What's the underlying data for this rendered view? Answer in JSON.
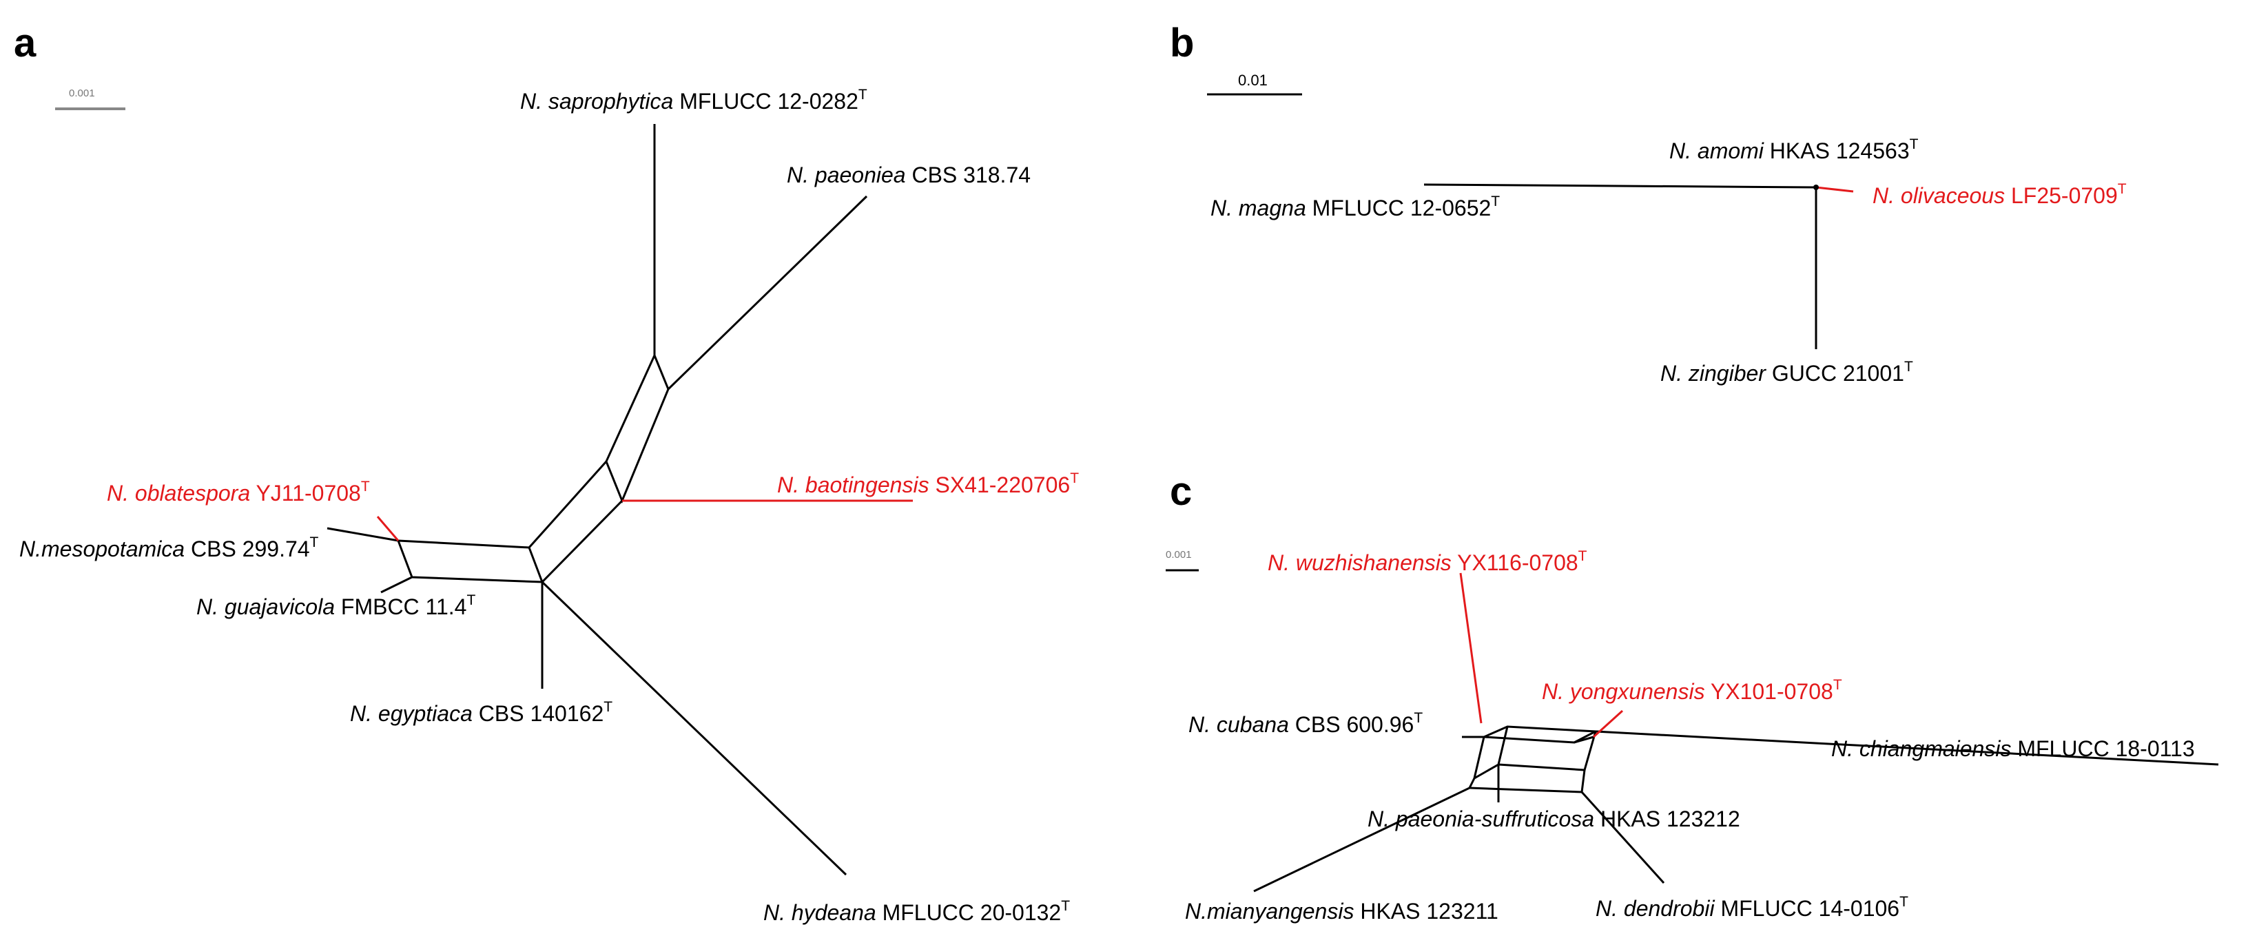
{
  "colors": {
    "default": "#000000",
    "new_species": "#e31a1c",
    "scale_bar_a": "#888888"
  },
  "panels": [
    {
      "letter": "a",
      "scale_label": "0.001"
    },
    {
      "letter": "b",
      "scale_label": "0.01"
    },
    {
      "letter": "c",
      "scale_label": "0.001"
    }
  ],
  "taxa": [
    {
      "id": "saprophytica",
      "name": "N. saprophytica",
      "strain": "MFLUCC 12-0282",
      "sup": "T",
      "new": false
    },
    {
      "id": "paeoniea",
      "name": "N. paeoniea",
      "strain": "CBS 318.74",
      "sup": "",
      "new": false
    },
    {
      "id": "baotingensis",
      "name": "N. baotingensis",
      "strain": "SX41-220706",
      "sup": "T",
      "new": true
    },
    {
      "id": "oblatespora",
      "name": "N. oblatespora",
      "strain": "YJ11-0708",
      "sup": "T",
      "new": true
    },
    {
      "id": "mesopotamica",
      "name": "N.mesopotamica",
      "strain": "CBS 299.74",
      "sup": "T",
      "new": false
    },
    {
      "id": "guajavicola",
      "name": "N. guajavicola",
      "strain": "FMBCC 11.4",
      "sup": "T",
      "new": false
    },
    {
      "id": "egyptiaca",
      "name": "N. egyptiaca",
      "strain": "CBS 140162",
      "sup": "T",
      "new": false
    },
    {
      "id": "hydeana",
      "name": "N. hydeana",
      "strain": "MFLUCC 20-0132",
      "sup": "T",
      "new": false
    },
    {
      "id": "amomi",
      "name": "N. amomi",
      "strain": "HKAS 124563",
      "sup": "T",
      "new": false
    },
    {
      "id": "magna",
      "name": "N. magna",
      "strain": "MFLUCC 12-0652",
      "sup": "T",
      "new": false
    },
    {
      "id": "olivaceous",
      "name": "N. olivaceous",
      "strain": "LF25-0709",
      "sup": "T",
      "new": true
    },
    {
      "id": "zingiber",
      "name": "N. zingiber",
      "strain": "GUCC 21001",
      "sup": "T",
      "new": false
    },
    {
      "id": "wuzhishanensis",
      "name": "N. wuzhishanensis",
      "strain": "YX116-0708",
      "sup": "T",
      "new": true
    },
    {
      "id": "yongxunensis",
      "name": "N. yongxunensis",
      "strain": "YX101-0708",
      "sup": "T",
      "new": true
    },
    {
      "id": "cubana",
      "name": "N. cubana",
      "strain": "CBS 600.96",
      "sup": "T",
      "new": false
    },
    {
      "id": "chiangmaiensis",
      "name": "N. chiangmaiensis",
      "strain": "MFLUCC 18-0113",
      "sup": "",
      "new": false
    },
    {
      "id": "paeonia_suffruticosa",
      "name": "N. paeonia-suffruticosa",
      "strain": "HKAS 123212",
      "sup": "",
      "new": false
    },
    {
      "id": "mianyangensis",
      "name": "N.mianyangensis",
      "strain": "HKAS 123211",
      "sup": "",
      "new": false
    },
    {
      "id": "dendrobii",
      "name": "N. dendrobii",
      "strain": "MFLUCC 14-0106",
      "sup": "T",
      "new": false
    }
  ]
}
